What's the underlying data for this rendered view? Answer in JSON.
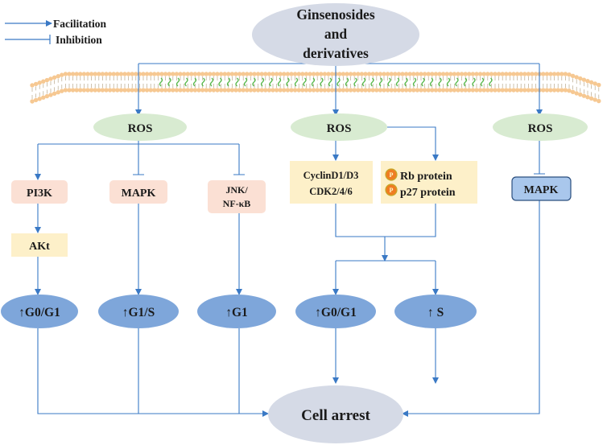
{
  "legend": {
    "facilitation": "Facilitation",
    "inhibition": "Inhibition"
  },
  "source": {
    "line1": "Ginsenosides",
    "line2": "and",
    "line3": "derivatives"
  },
  "ros": {
    "left": "ROS",
    "middle": "ROS",
    "right": "ROS"
  },
  "targets": {
    "pi3k": "PI3K",
    "akt": "AKt",
    "mapk_left": "MAPK",
    "jnk_line1": "JNK/",
    "jnk_line2": "NF-κB",
    "cyclin_line1": "CyclinD1/D3",
    "cyclin_line2": "CDK2/4/6",
    "rb": "Rb protein",
    "p27": "p27 protein",
    "phospho": "P",
    "mapk_right": "MAPK"
  },
  "phases": {
    "g0g1_left": "G0/G1",
    "g1s": "G1/S",
    "g1": "G1",
    "g0g1_mid": "G0/G1",
    "s": "S",
    "up_arrow": "↑"
  },
  "outcome": "Cell arrest",
  "colors": {
    "arrow": "#3a79c5",
    "ellipse_gray": "#d5dae6",
    "ros_green": "#d8ebd1",
    "peach": "#fbe0d4",
    "cream": "#fdf0c9",
    "phase_blue": "#7ea6da",
    "mapk_blue": "#a9c7ec",
    "membrane": "#f6c892",
    "membrane_green": "#56b84a",
    "phospho_orange": "#ef7d22"
  }
}
